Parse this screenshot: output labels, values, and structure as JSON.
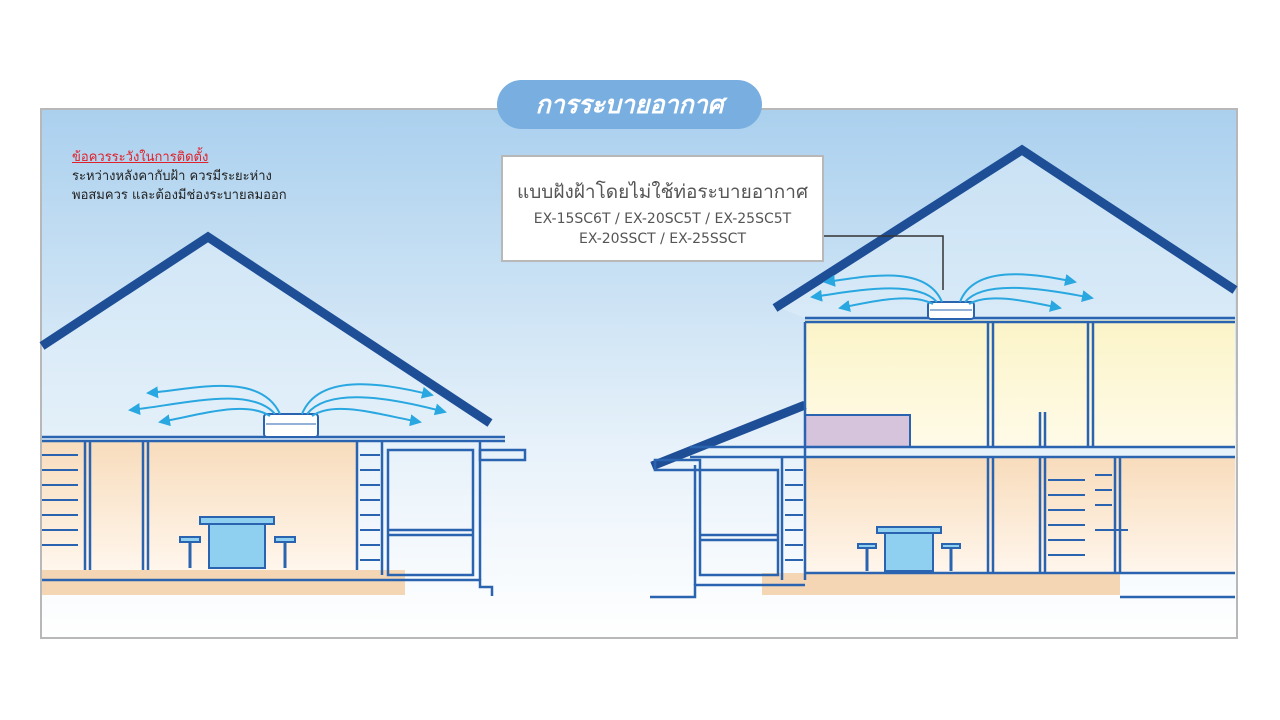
{
  "title": "การระบายอากาศ",
  "note": {
    "warning": "ข้อควรระวังในการติดตั้ง",
    "line1": "ระหว่างหลังคากับฝ้า ควรมีระยะห่าง",
    "line2": "พอสมควร และต้องมีช่องระบายลมออก"
  },
  "callout": {
    "title": "แบบฝังฝ้าโดยไม่ใช้ท่อระบายอากาศ",
    "models1": "EX-15SC6T / EX-20SC5T / EX-25SC5T",
    "models2": "EX-20SSCT / EX-25SSCT"
  },
  "colors": {
    "roof": "#1d4e96",
    "structure": "#2a64b0",
    "sky": "#aed3ef",
    "floor": "#f5d6b4",
    "pill": "#78aee0"
  }
}
